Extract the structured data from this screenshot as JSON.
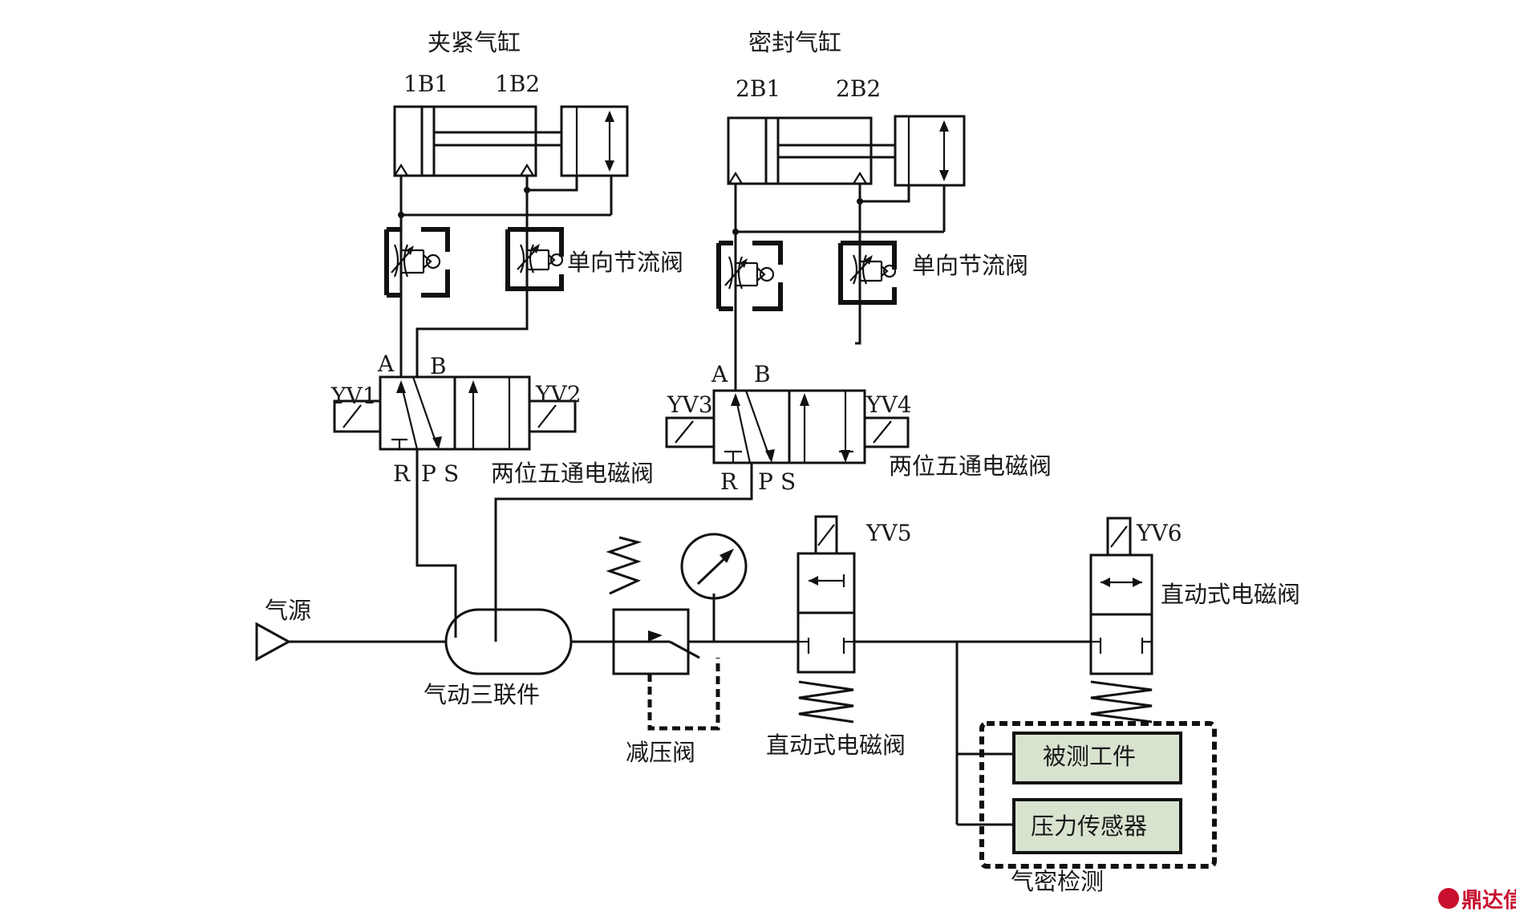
{
  "labels": {
    "clamp_cylinder": "夹紧气缸",
    "seal_cylinder": "密封气缸",
    "port_1b1": "1B1",
    "port_1b2": "1B2",
    "port_2b1": "2B1",
    "port_2b2": "2B2",
    "check_throttle_1": "单向节流阀",
    "check_throttle_2": "单向节流阀",
    "valve1_a": "A",
    "valve1_b": "B",
    "valve1_r": "R",
    "valve1_p": "P",
    "valve1_s": "S",
    "valve2_a": "A",
    "valve2_b": "B",
    "valve2_r": "R",
    "valve2_p": "P",
    "valve2_s": "S",
    "yv1": "YV1",
    "yv2": "YV2",
    "yv3": "YV3",
    "yv4": "YV4",
    "yv5": "YV5",
    "yv6": "YV6",
    "two_pos_five_way_1": "两位五通电磁阀",
    "two_pos_five_way_2": "两位五通电磁阀",
    "air_source": "气源",
    "frl_unit": "气动三联件",
    "pressure_reducer": "减压阀",
    "direct_solenoid_1": "直动式电磁阀",
    "direct_solenoid_2": "直动式电磁阀",
    "workpiece": "被测工件",
    "pressure_sensor": "压力传感器",
    "airtight_test": "气密检测",
    "watermark": "鼎达信"
  }
}
